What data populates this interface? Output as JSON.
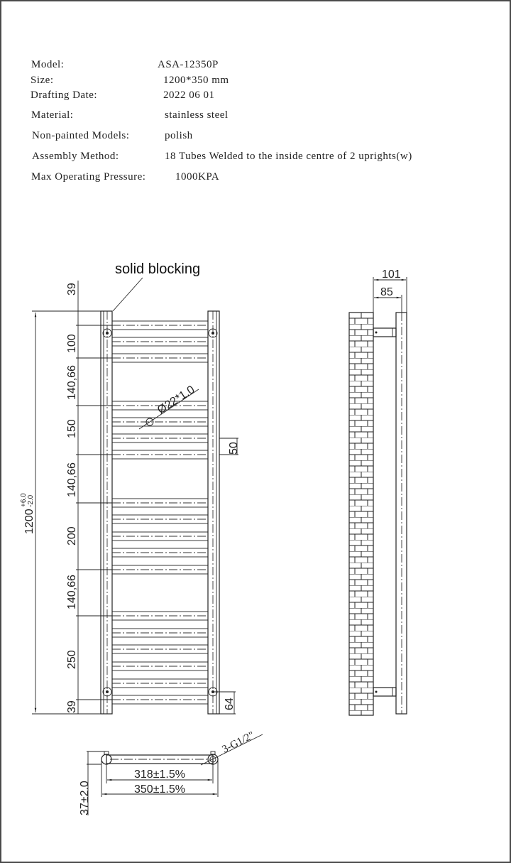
{
  "specs": {
    "model": {
      "label": "Model:",
      "value": "ASA-12350P"
    },
    "size": {
      "label": "Size:",
      "value": "1200*350 mm"
    },
    "drafting_date": {
      "label": "Drafting Date:",
      "value": "2022 06 01"
    },
    "material": {
      "label": "Material:",
      "value": "stainless steel"
    },
    "non_painted": {
      "label": "Non-painted Models:",
      "value": "polish"
    },
    "assembly": {
      "label": "Assembly Method:",
      "value": "18 Tubes Welded to the inside centre of 2 uprights(w)"
    },
    "pressure": {
      "label": "Max Operating Pressure:",
      "value": "1000KPA"
    }
  },
  "front_view": {
    "callout": "solid blocking",
    "tube_note": "Ø22*1.0",
    "overall_height": "1200",
    "overall_tol_plus": "+6.0",
    "overall_tol_minus": "-2.0",
    "spacing_dims": [
      "39",
      "100",
      "140,66",
      "150",
      "140,66",
      "200",
      "140,66",
      "250",
      "39"
    ],
    "upright_dim": "50",
    "bottom_dim": "64",
    "tube_count": 18,
    "tube_groups": [
      3,
      4,
      5,
      6
    ]
  },
  "side_view": {
    "depth_outer": "101",
    "depth_inner": "85"
  },
  "bottom_view": {
    "connection_note": "3-G1/2\"",
    "centre_width": "318±1.5%",
    "overall_width": "350±1.5%",
    "wall_offset": "37±2.0"
  }
}
